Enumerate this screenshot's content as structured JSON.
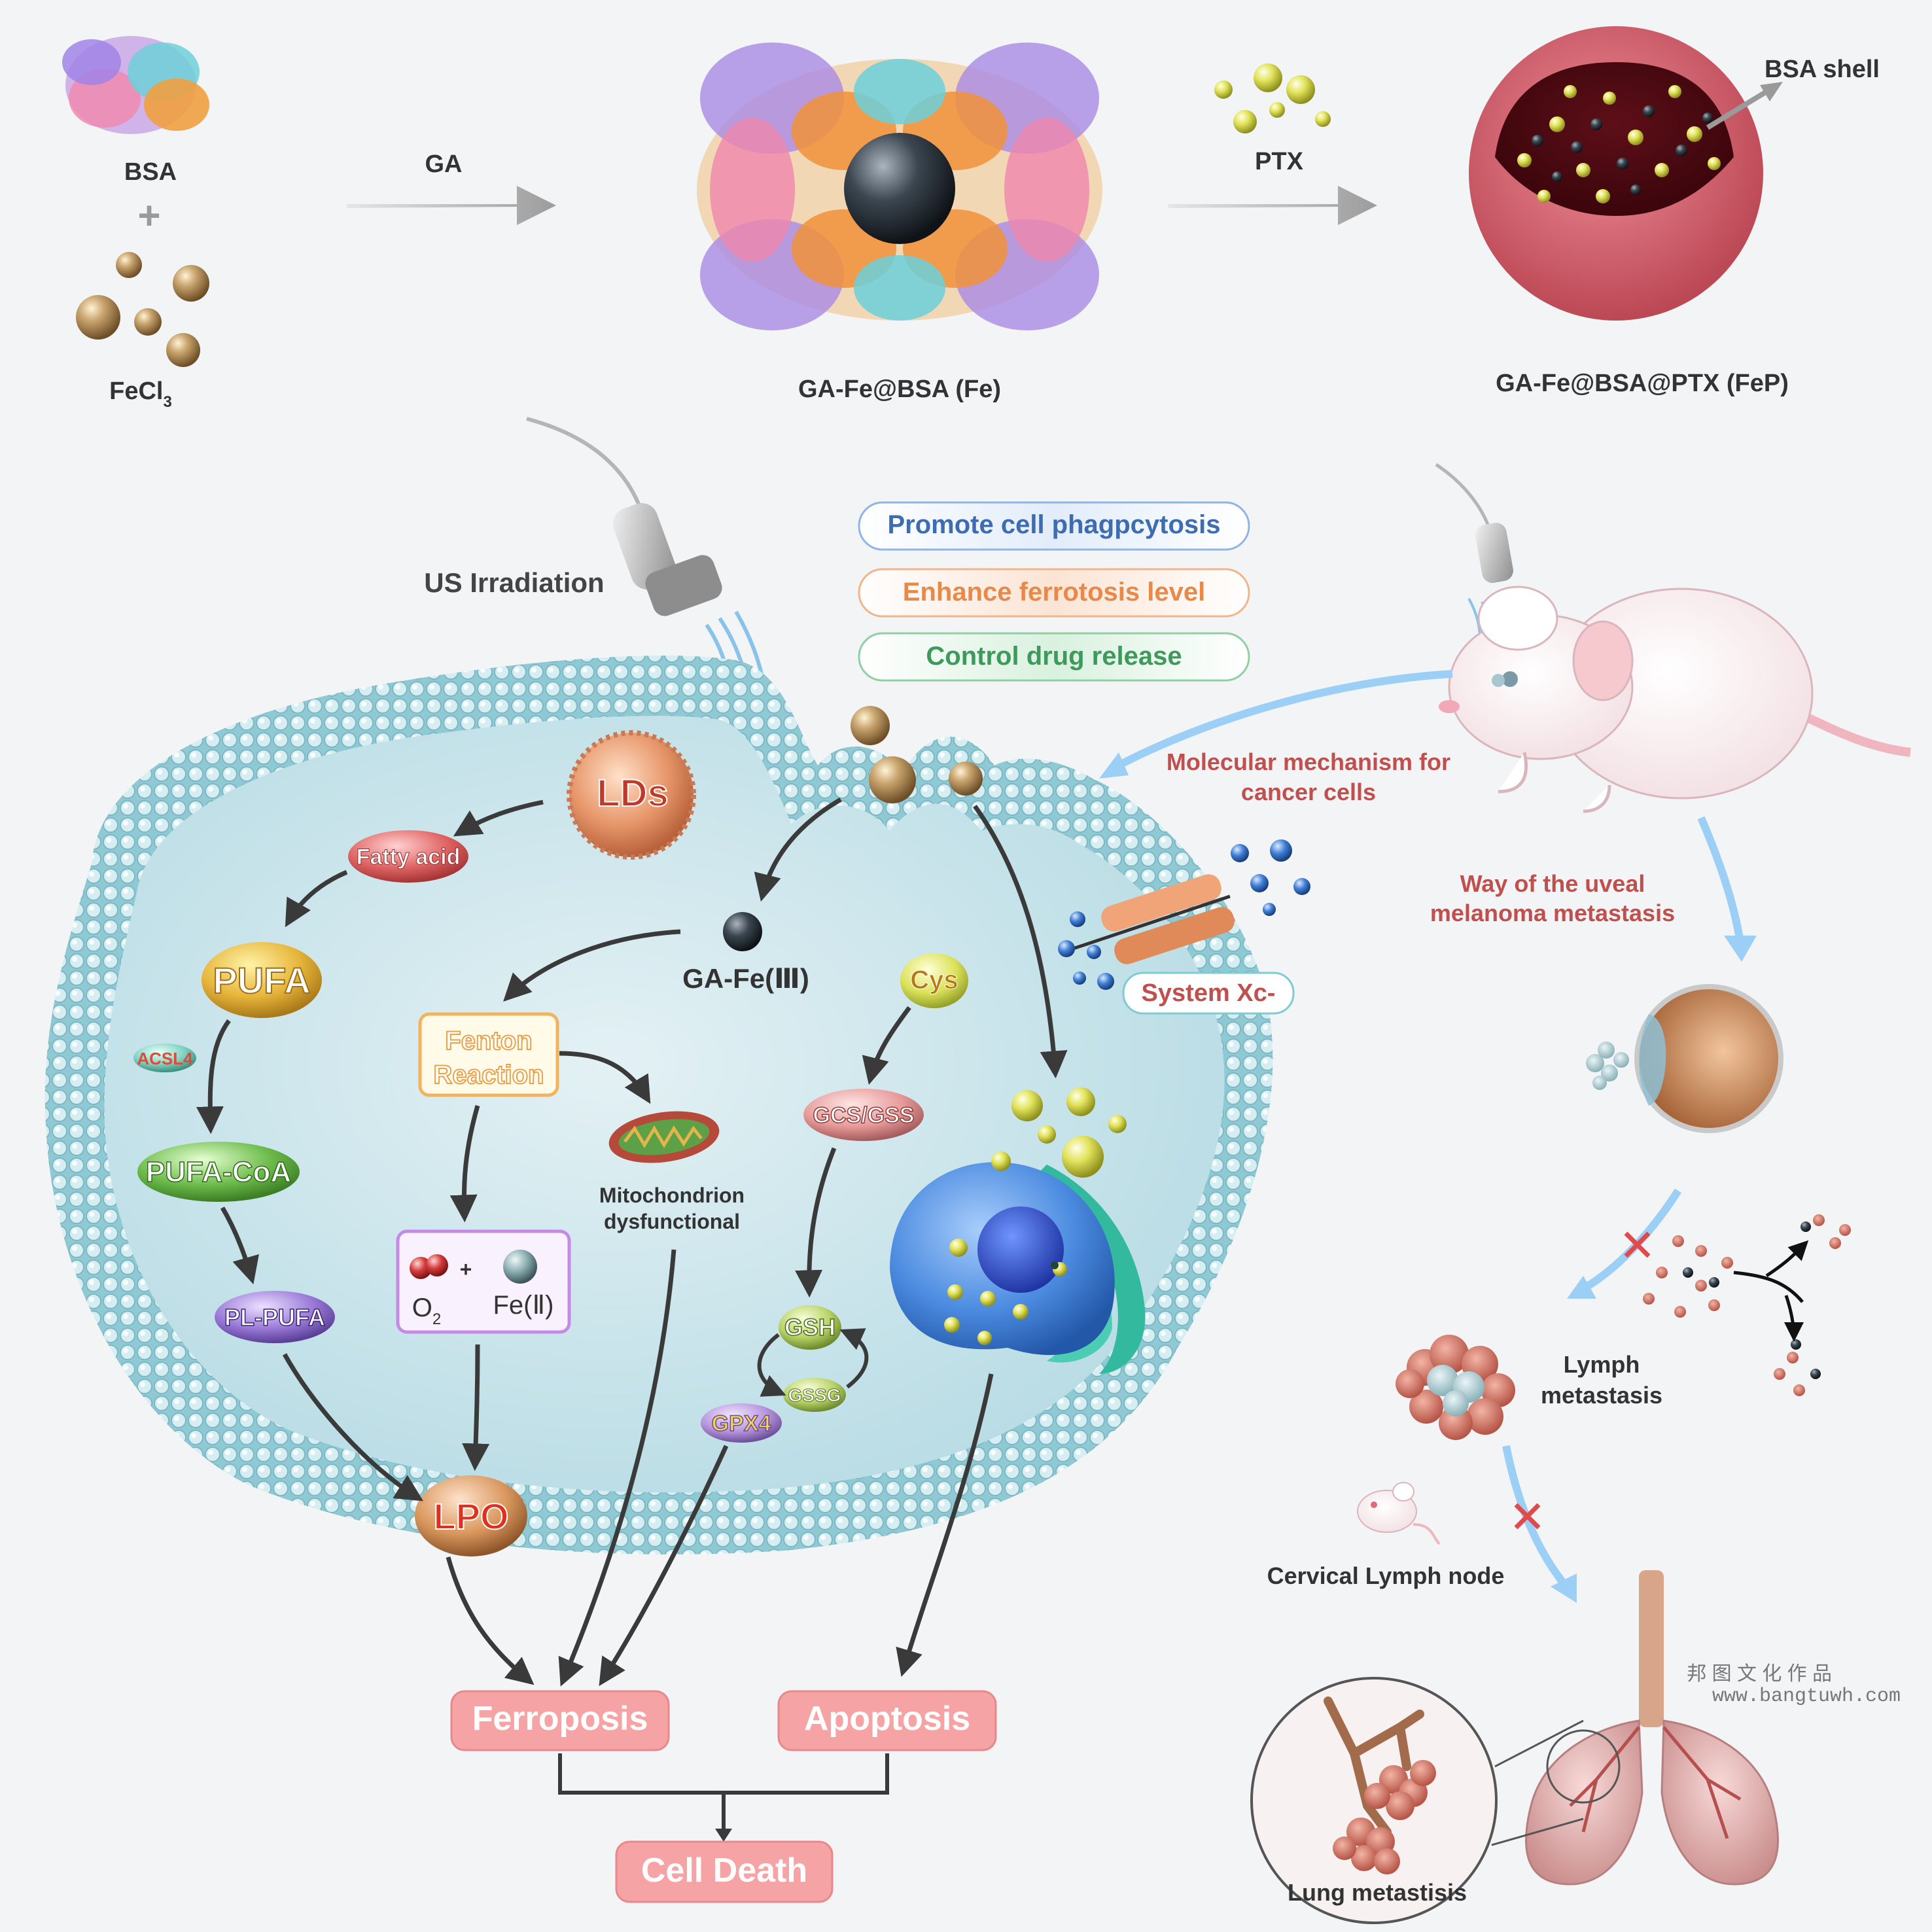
{
  "synthesis": {
    "bsa_label": "BSA",
    "plus": "+",
    "fecl3_label": "FeCl",
    "fecl3_subscript": "3",
    "ga_label": "GA",
    "fe_label": "GA-Fe@BSA (Fe)",
    "ptx_label": "PTX",
    "fep_label": "GA-Fe@BSA@PTX (FeP)",
    "bsa_shell_label": "BSA shell"
  },
  "us_irradiation": "US Irradiation",
  "effects": [
    {
      "label": "Promote cell phagpcytosis",
      "color": "#3d6db0"
    },
    {
      "label": "Enhance ferrotosis level",
      "color": "#e8894a"
    },
    {
      "label": "Control drug release",
      "color": "#3d9a5a"
    }
  ],
  "mouse_side": {
    "mechanism_label_1": "Molecular mechanism for",
    "mechanism_label_2": "cancer cells",
    "uveal_label_1": "Way of the uveal",
    "uveal_label_2": "melanoma metastasis",
    "lymph_label_1": "Lymph",
    "lymph_label_2": "metastasis",
    "cervical_label": "Cervical Lymph node",
    "lung_label": "Lung metastisis"
  },
  "cell": {
    "lds": "LDs",
    "fatty_acid": "Fatty acid",
    "pufa": "PUFA",
    "acsl4": "ACSL4",
    "pufa_coa": "PUFA-CoA",
    "pl_pufa": "PL-PUFA",
    "lpo": "LPO",
    "ga_fe3": "GA-Fe(Ⅲ)",
    "fenton_1": "Fenton",
    "fenton_2": "Reaction",
    "mito_1": "Mitochondrion",
    "mito_2": "dysfunctional",
    "o2": "O",
    "o2_sub": "2",
    "fe2": "Fe(Ⅱ)",
    "plus": "+",
    "cys": "Cys",
    "gcs_gss": "GCS/GSS",
    "gsh": "GSH",
    "gssg": "GSSG",
    "gpx4": "GPX4",
    "system_xc": "System Xc-"
  },
  "outcomes": {
    "ferroposis": "Ferroposis",
    "apoptosis": "Apoptosis",
    "cell_death": "Cell Death"
  },
  "watermark": {
    "line1": "邦 图 文 化 作 品",
    "line2": "www.bangtuwh.com"
  },
  "colors": {
    "outcome_fill": "#f6a3a5",
    "outcome_text": "#ffffff",
    "red_label": "#c0504d",
    "arrow_dark": "#3a3a3a",
    "arrow_light_blue": "#a9d4f5",
    "membrane": "#9fd4de",
    "cytoplasm": "#cfe6ec"
  }
}
